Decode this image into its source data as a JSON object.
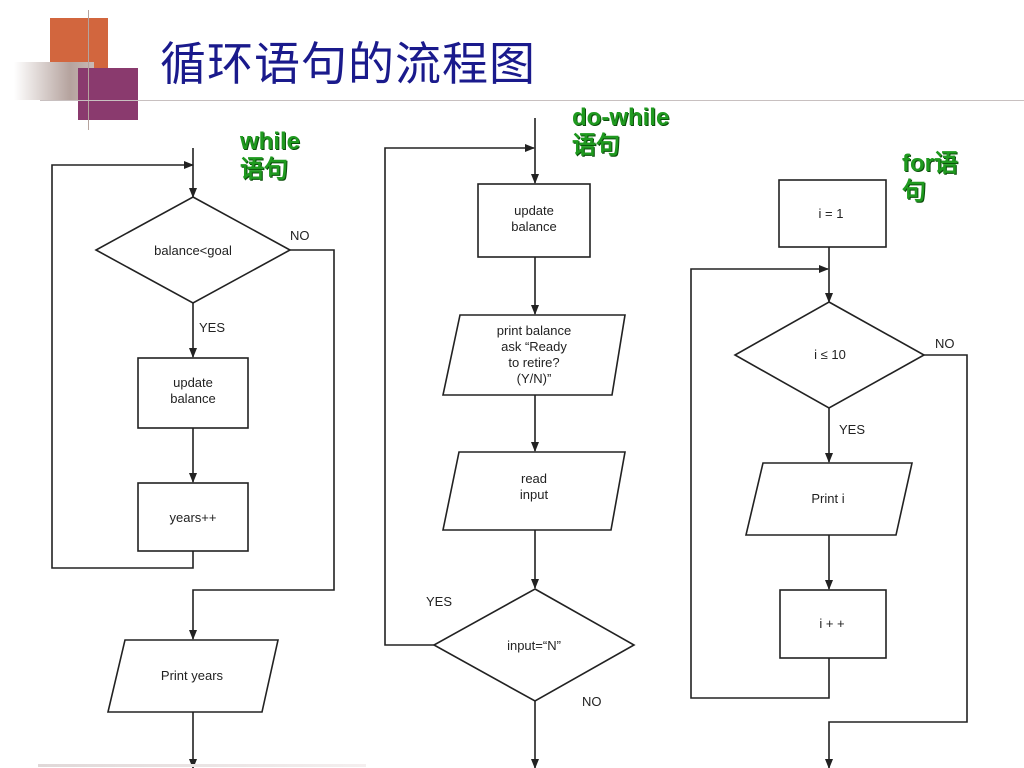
{
  "title": "循环语句的流程图",
  "labels": {
    "while_1": "while",
    "while_2": "语句",
    "dowhile_1": "do-while",
    "dowhile_2": "语句",
    "for_1": "for语",
    "for_2": "句"
  },
  "while_chart": {
    "cond": "balance<goal",
    "no": "NO",
    "yes": "YES",
    "update_1": "update",
    "update_2": "balance",
    "years": "years++",
    "print": "Print years"
  },
  "dowhile_chart": {
    "update_1": "update",
    "update_2": "balance",
    "print_1": "print balance",
    "print_2": "ask “Ready",
    "print_3": "to retire?",
    "print_4": "(Y/N)”",
    "read_1": "read",
    "read_2": "input",
    "cond": "input=“N”",
    "yes": "YES",
    "no": "NO"
  },
  "for_chart": {
    "init": "i = 1",
    "cond": "i ≤ 10",
    "no": "NO",
    "yes": "YES",
    "print": "Print i",
    "inc": "i + +"
  },
  "colors": {
    "title": "#1a1a8c",
    "label_green": "#1f9a1f",
    "deco_orange": "#d2663e",
    "deco_purple": "#8a3a6e"
  }
}
